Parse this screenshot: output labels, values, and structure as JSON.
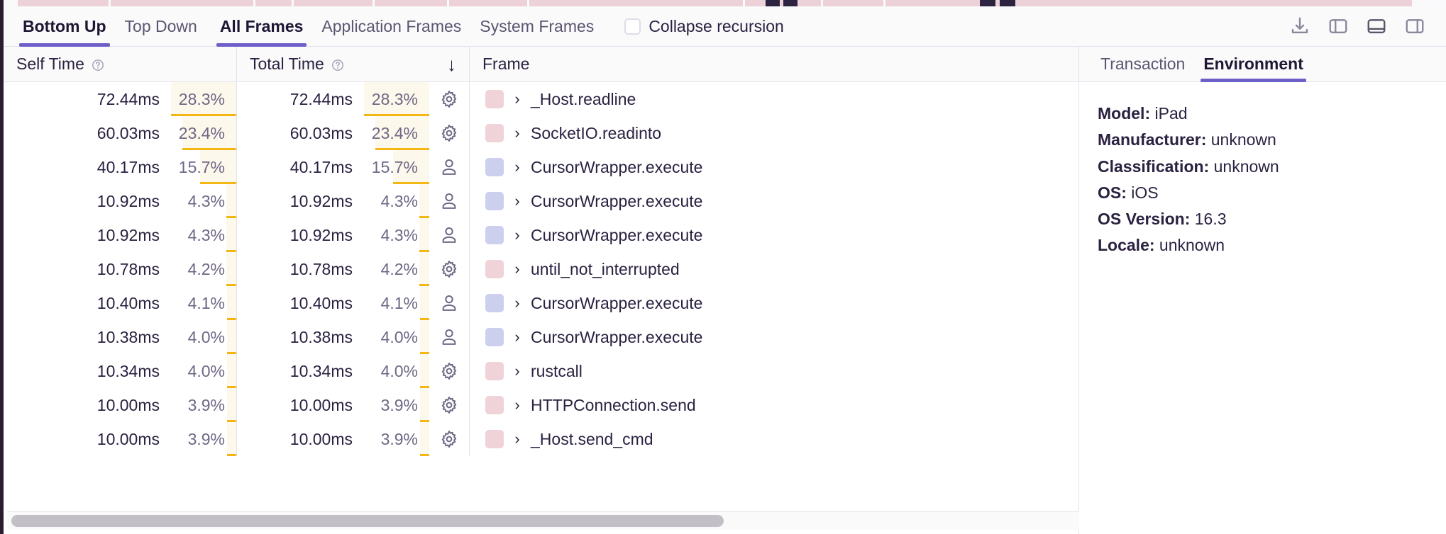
{
  "toolbar": {
    "tabs": [
      {
        "label": "Bottom Up",
        "active": true
      },
      {
        "label": "Top Down",
        "active": false
      }
    ],
    "frame_tabs": [
      {
        "label": "All Frames",
        "active": true
      },
      {
        "label": "Application Frames",
        "active": false
      },
      {
        "label": "System Frames",
        "active": false
      }
    ],
    "collapse_recursion_label": "Collapse recursion",
    "collapse_recursion_checked": false,
    "icons": [
      "download-icon",
      "left-panel-icon",
      "bottom-panel-icon",
      "right-panel-icon"
    ]
  },
  "table": {
    "columns": [
      {
        "label": "Self Time",
        "has_help": true,
        "sorted": false
      },
      {
        "label": "Total Time",
        "has_help": true,
        "sorted": true,
        "sort_direction": "↓"
      },
      {
        "label": "Frame",
        "has_help": false,
        "sorted": false
      }
    ],
    "rows": [
      {
        "self_time": "72.44ms",
        "self_pct": "28.3%",
        "self_pct_value": 28.3,
        "total_time": "72.44ms",
        "total_pct": "28.3%",
        "total_pct_value": 28.3,
        "type": "system",
        "frame": "_Host.readline"
      },
      {
        "self_time": "60.03ms",
        "self_pct": "23.4%",
        "self_pct_value": 23.4,
        "total_time": "60.03ms",
        "total_pct": "23.4%",
        "total_pct_value": 23.4,
        "type": "system",
        "frame": "SocketIO.readinto"
      },
      {
        "self_time": "40.17ms",
        "self_pct": "15.7%",
        "self_pct_value": 15.7,
        "total_time": "40.17ms",
        "total_pct": "15.7%",
        "total_pct_value": 15.7,
        "type": "application",
        "frame": "CursorWrapper.execute"
      },
      {
        "self_time": "10.92ms",
        "self_pct": "4.3%",
        "self_pct_value": 4.3,
        "total_time": "10.92ms",
        "total_pct": "4.3%",
        "total_pct_value": 4.3,
        "type": "application",
        "frame": "CursorWrapper.execute"
      },
      {
        "self_time": "10.92ms",
        "self_pct": "4.3%",
        "self_pct_value": 4.3,
        "total_time": "10.92ms",
        "total_pct": "4.3%",
        "total_pct_value": 4.3,
        "type": "application",
        "frame": "CursorWrapper.execute"
      },
      {
        "self_time": "10.78ms",
        "self_pct": "4.2%",
        "self_pct_value": 4.2,
        "total_time": "10.78ms",
        "total_pct": "4.2%",
        "total_pct_value": 4.2,
        "type": "system",
        "frame": "until_not_interrupted"
      },
      {
        "self_time": "10.40ms",
        "self_pct": "4.1%",
        "self_pct_value": 4.1,
        "total_time": "10.40ms",
        "total_pct": "4.1%",
        "total_pct_value": 4.1,
        "type": "application",
        "frame": "CursorWrapper.execute"
      },
      {
        "self_time": "10.38ms",
        "self_pct": "4.0%",
        "self_pct_value": 4.0,
        "total_time": "10.38ms",
        "total_pct": "4.0%",
        "total_pct_value": 4.0,
        "type": "application",
        "frame": "CursorWrapper.execute"
      },
      {
        "self_time": "10.34ms",
        "self_pct": "4.0%",
        "self_pct_value": 4.0,
        "total_time": "10.34ms",
        "total_pct": "4.0%",
        "total_pct_value": 4.0,
        "type": "system",
        "frame": "rustcall"
      },
      {
        "self_time": "10.00ms",
        "self_pct": "3.9%",
        "self_pct_value": 3.9,
        "total_time": "10.00ms",
        "total_pct": "3.9%",
        "total_pct_value": 3.9,
        "type": "system",
        "frame": "HTTPConnection.send"
      },
      {
        "self_time": "10.00ms",
        "self_pct": "3.9%",
        "self_pct_value": 3.9,
        "total_time": "10.00ms",
        "total_pct": "3.9%",
        "total_pct_value": 3.9,
        "type": "system",
        "frame": "_Host.send_cmd"
      }
    ]
  },
  "details_panel": {
    "tabs": [
      {
        "label": "Transaction",
        "active": false
      },
      {
        "label": "Environment",
        "active": true
      }
    ],
    "environment": [
      {
        "key": "Model:",
        "value": "iPad"
      },
      {
        "key": "Manufacturer:",
        "value": "unknown"
      },
      {
        "key": "Classification:",
        "value": "unknown"
      },
      {
        "key": "OS:",
        "value": "iOS"
      },
      {
        "key": "OS Version:",
        "value": "16.3"
      },
      {
        "key": "Locale:",
        "value": "unknown"
      }
    ]
  },
  "colors": {
    "accent": "#6c5fc7",
    "system_swatch": "#f0d3d8",
    "application_swatch": "#ccd0ee",
    "pct_bar": "#f2b712",
    "pct_bg": "#fdf8ec",
    "flamegraph_strip": "#ecd2d8"
  },
  "scrollbar": {
    "thumb_ratio": 0.67
  }
}
